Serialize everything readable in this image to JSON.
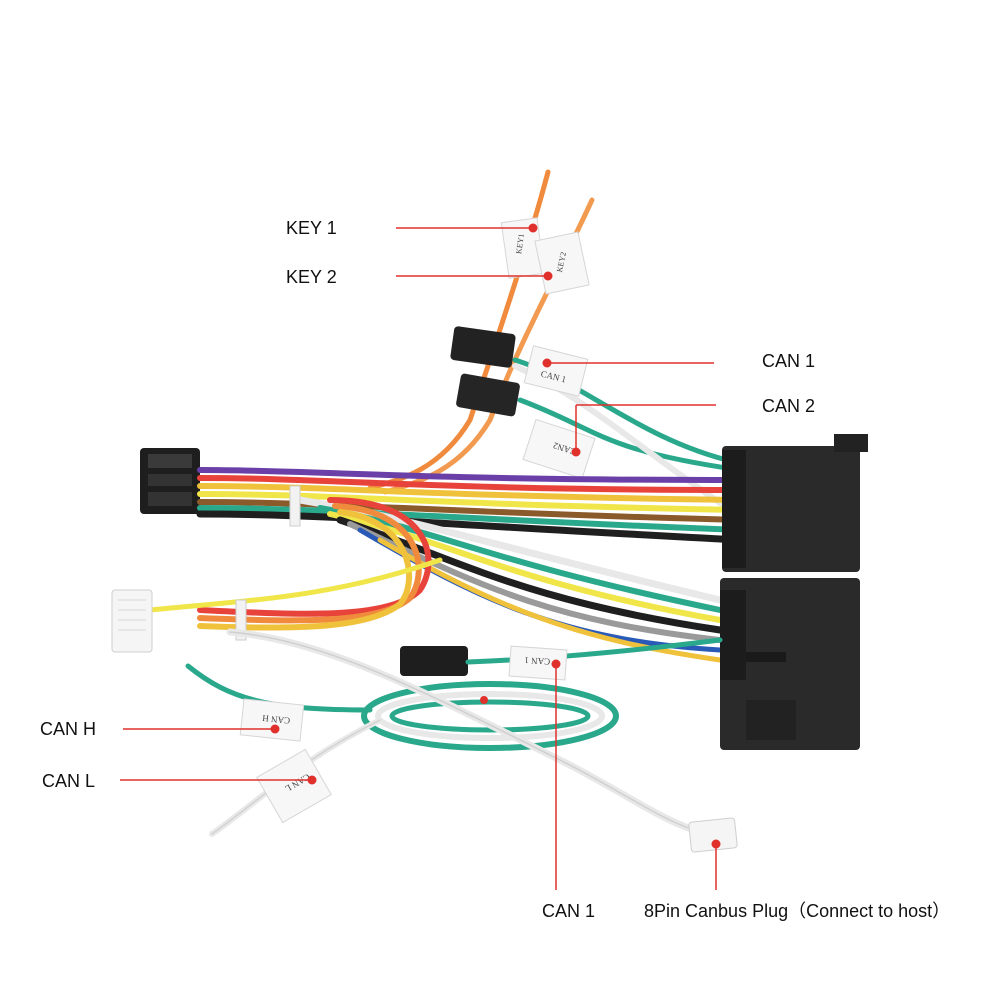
{
  "labels": {
    "key1": "KEY 1",
    "key2": "KEY 2",
    "can1_top": "CAN 1",
    "can2_top": "CAN 2",
    "can_h": "CAN H",
    "can_l": "CAN L",
    "can1_bottom": "CAN 1",
    "plug": "8Pin Canbus Plug（Connect to host）"
  },
  "tags": {
    "key1": "KEY1",
    "key2": "KEY2",
    "can1_a": "CAN 1",
    "can2": "CAN2",
    "can1_b": "CAN 1",
    "can_h": "CAN H",
    "can_l": "CAN L"
  },
  "colors": {
    "callout_line": "#e0302c",
    "callout_dot": "#e0302c",
    "connector": "#2a2a2a",
    "orange_wire": "#f08a3c",
    "green_wire": "#2aa88c",
    "white_wire": "#e8e8e8"
  }
}
